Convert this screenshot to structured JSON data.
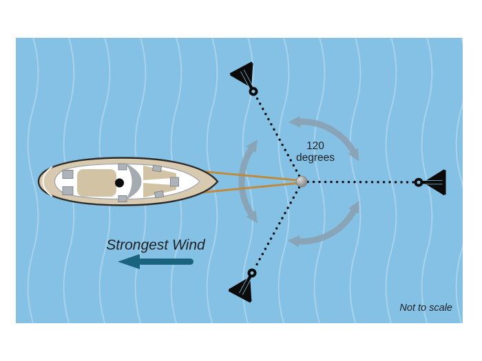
{
  "diagram": {
    "description": "Sailboat moored to three anchors set 120 degrees apart, seen from above",
    "angle_label": {
      "value": "120",
      "unit_line": "degrees"
    },
    "wind_label": "Strongest Wind",
    "scale_note": "Not to scale",
    "anchors": [
      {
        "position": "top"
      },
      {
        "position": "right"
      },
      {
        "position": "bottom"
      }
    ]
  },
  "colors": {
    "water": "#85c1e5",
    "wave": "#a9d3ed",
    "rode": "#101010",
    "anchor": "#0b0b0b",
    "bridle": "#bf8a3c",
    "rotation_arrow": "#8aa2b4",
    "wind_arrow": "#19637f",
    "label_text": "#1f2022",
    "hull": "#d8cab0",
    "hull_outline": "#2e2a26",
    "deck": "#ffffff",
    "deck_trim": "#d2c3a4",
    "hardware": "#aeb3b9",
    "hardware_dark": "#a6abb1",
    "swivel": "#9a9a9a"
  }
}
